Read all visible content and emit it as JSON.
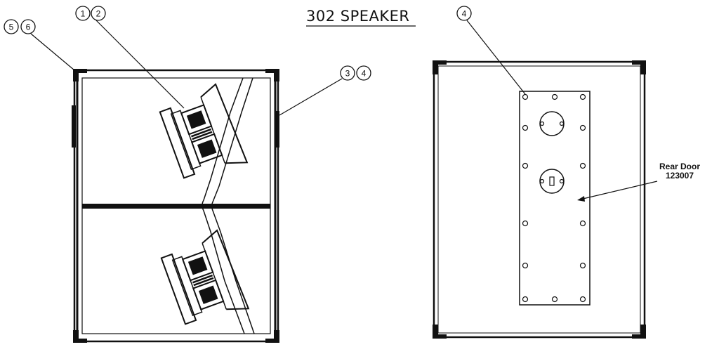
{
  "title": "302 SPEAKER",
  "callouts": {
    "c1": "1",
    "c2": "2",
    "c3": "3",
    "c4": "4",
    "c5": "5",
    "c6": "6",
    "rear_c4": "4"
  },
  "rear_door": {
    "label": "Rear Door",
    "part_number": "123007"
  },
  "colors": {
    "ink": "#111111",
    "background": "#ffffff"
  }
}
